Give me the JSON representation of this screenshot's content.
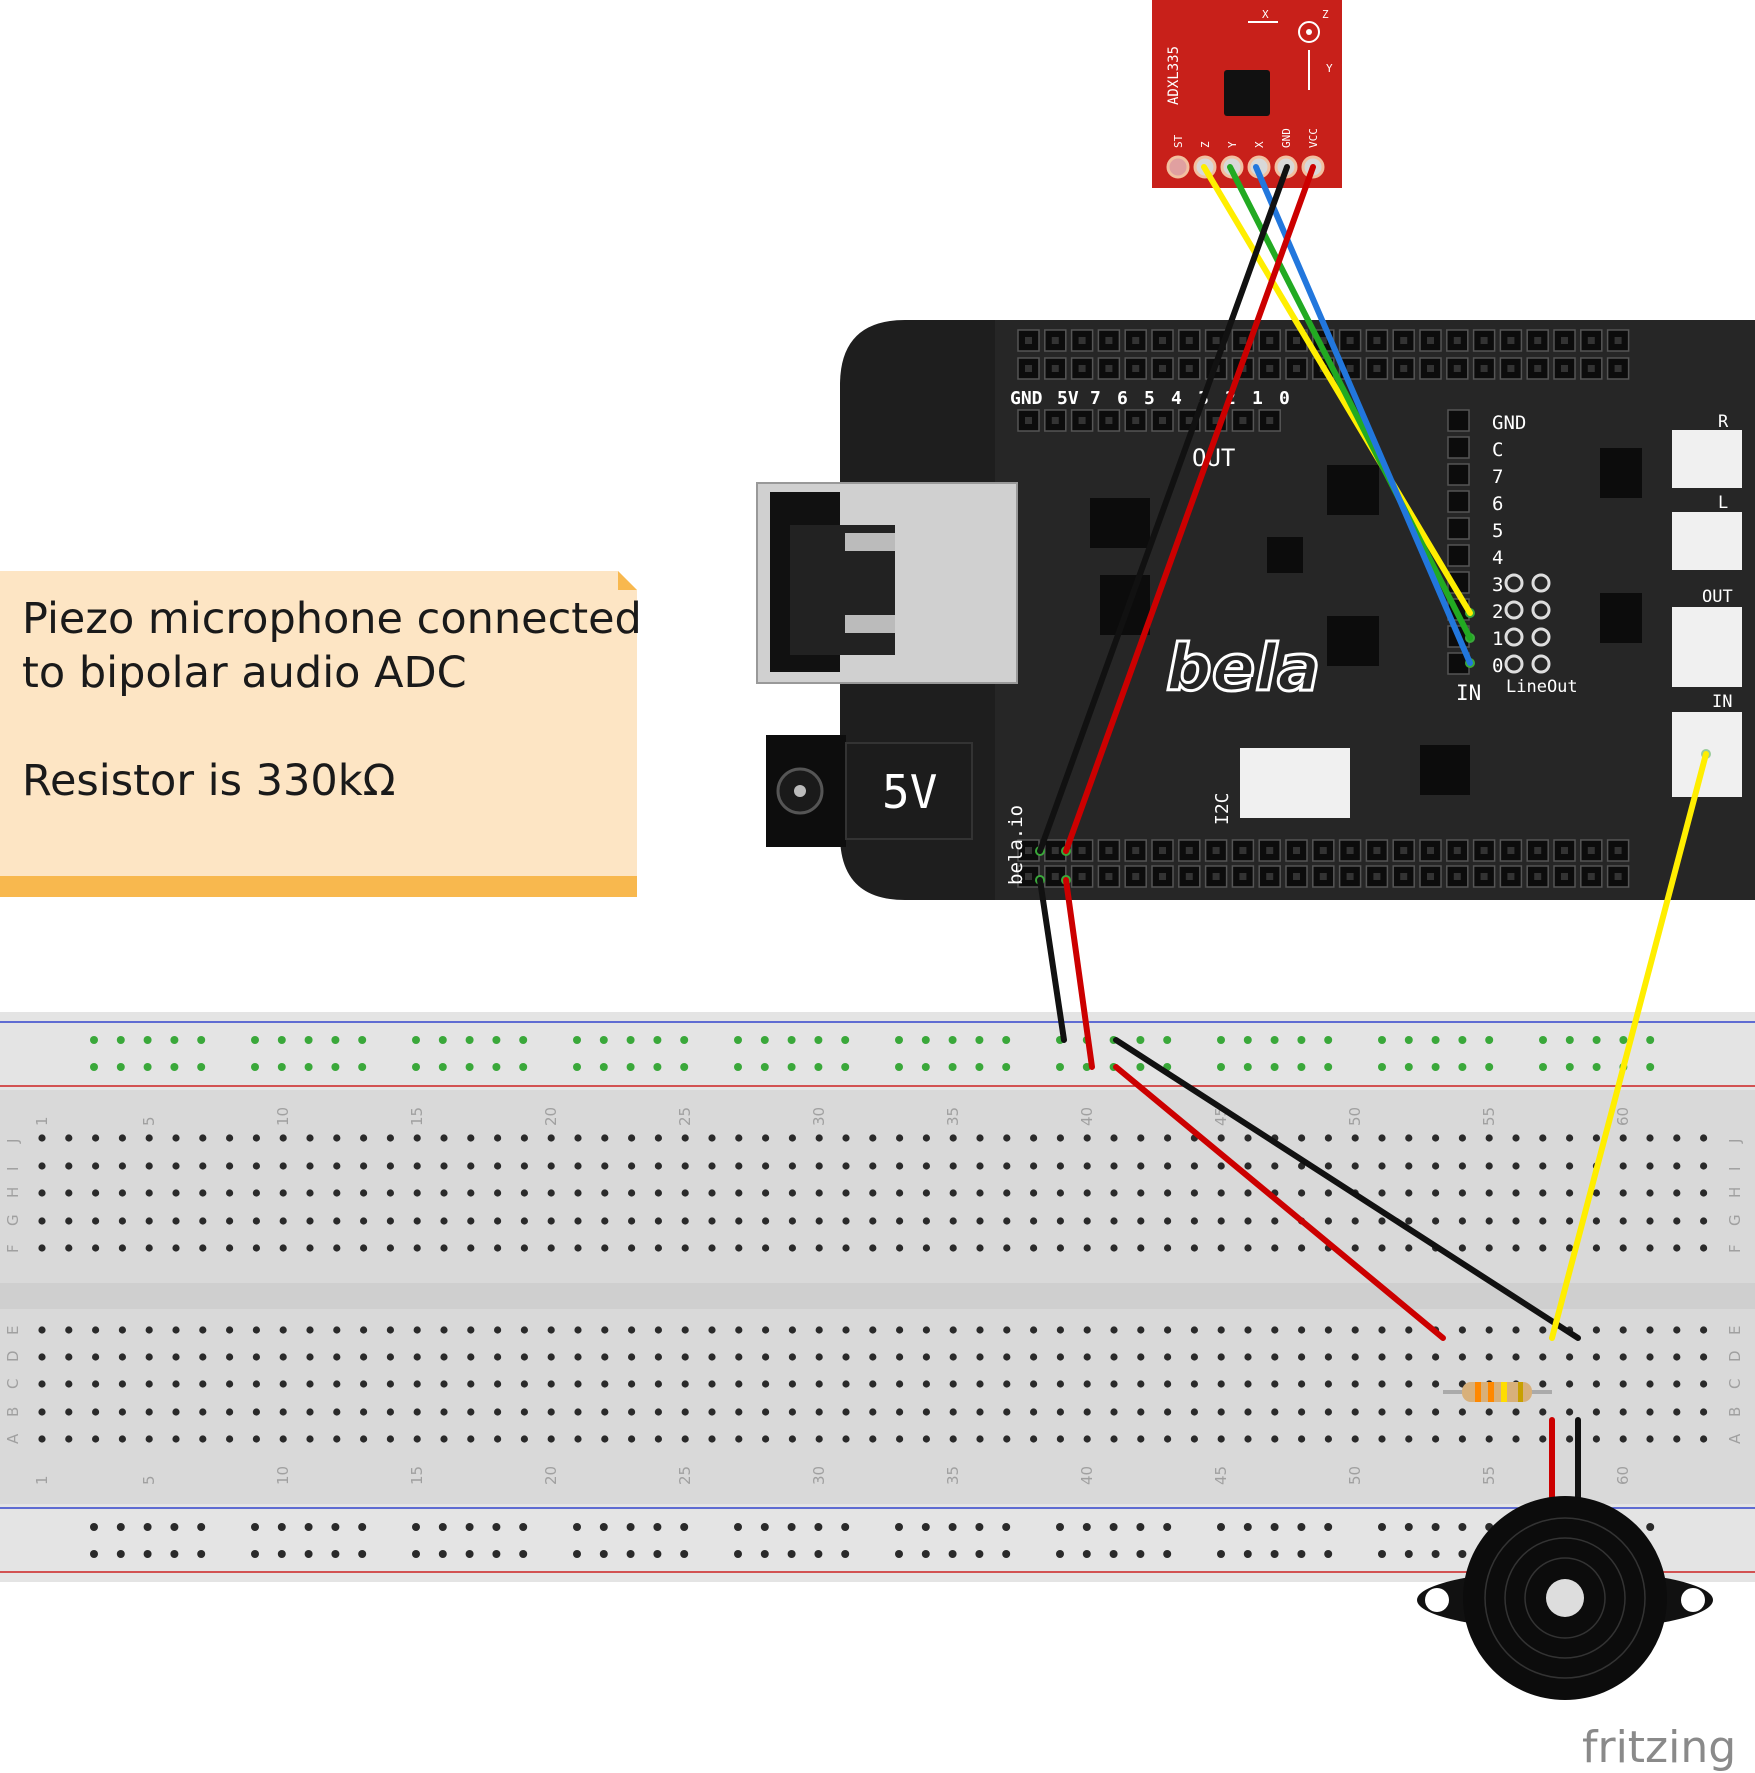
{
  "note": {
    "lines": [
      "Piezo microphone connected",
      "to bipolar audio ADC",
      "",
      "Resistor is 330kΩ"
    ]
  },
  "accelerometer": {
    "name": "ADXL335",
    "pins": [
      "ST",
      "Z",
      "Y",
      "X",
      "GND",
      "VCC"
    ],
    "axes": [
      "X",
      "Y",
      "Z"
    ]
  },
  "bela": {
    "logo": "bela",
    "url": "bela.io",
    "power_label": "5V",
    "top_header_labels": [
      "GND",
      "5V",
      "7",
      "6",
      "5",
      "4",
      "3",
      "2",
      "1",
      "0"
    ],
    "out_label": "OUT",
    "analog_in_labels": [
      "GND",
      "C",
      "7",
      "6",
      "5",
      "4",
      "3",
      "2",
      "1",
      "0"
    ],
    "in_label": "IN",
    "lineout_label": "LineOut",
    "i2c_label": "I2C",
    "audio_labels": [
      "R",
      "L",
      "OUT",
      "IN"
    ]
  },
  "breadboard": {
    "column_numbers": [
      "1",
      "5",
      "10",
      "15",
      "20",
      "25",
      "30",
      "35",
      "40",
      "45",
      "50",
      "55",
      "60"
    ],
    "rows_top": [
      "J",
      "I",
      "H",
      "G",
      "F"
    ],
    "rows_bottom": [
      "E",
      "D",
      "C",
      "B",
      "A"
    ]
  },
  "watermark": "fritzing",
  "colors": {
    "board": "#1e1e1e",
    "adxl": "#c8201a",
    "note_fill": "#fde5c4",
    "note_edge": "#f8b84e",
    "breadboard": "#d9d9d9",
    "wire_red": "#cc0000",
    "wire_black": "#111111",
    "wire_yellow": "#ffee00",
    "wire_green": "#22aa22",
    "wire_blue": "#2277dd"
  }
}
